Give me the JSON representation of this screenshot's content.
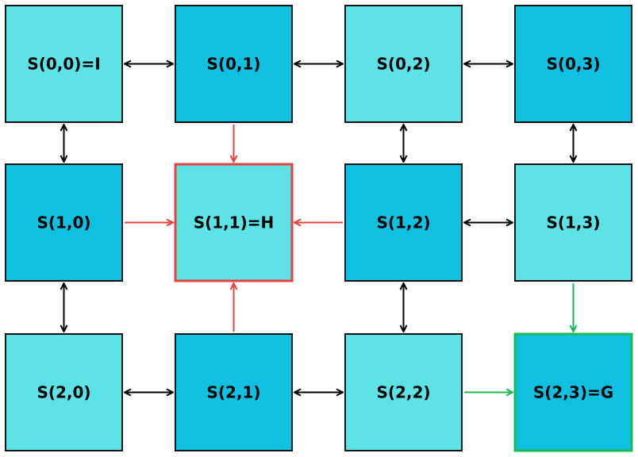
{
  "colors": {
    "light": "#5de3e6",
    "dark": "#0fc0e0",
    "border": "#111111",
    "bidirectional_arrow": "#000000",
    "hole_arrow": "#e8403c",
    "goal_arrow": "#1db954"
  },
  "grid": {
    "rows": 3,
    "cols": 4,
    "cells": [
      {
        "id": "s00",
        "label": "S(0,0)=I",
        "row": 0,
        "col": 0,
        "shade": "light",
        "role": "start"
      },
      {
        "id": "s01",
        "label": "S(0,1)",
        "row": 0,
        "col": 1,
        "shade": "dark",
        "role": "state"
      },
      {
        "id": "s02",
        "label": "S(0,2)",
        "row": 0,
        "col": 2,
        "shade": "light",
        "role": "state"
      },
      {
        "id": "s03",
        "label": "S(0,3)",
        "row": 0,
        "col": 3,
        "shade": "dark",
        "role": "state"
      },
      {
        "id": "s10",
        "label": "S(1,0)",
        "row": 1,
        "col": 0,
        "shade": "dark",
        "role": "state"
      },
      {
        "id": "s11",
        "label": "S(1,1)=H",
        "row": 1,
        "col": 1,
        "shade": "light",
        "role": "hole"
      },
      {
        "id": "s12",
        "label": "S(1,2)",
        "row": 1,
        "col": 2,
        "shade": "dark",
        "role": "state"
      },
      {
        "id": "s13",
        "label": "S(1,3)",
        "row": 1,
        "col": 3,
        "shade": "light",
        "role": "state"
      },
      {
        "id": "s20",
        "label": "S(2,0)",
        "row": 2,
        "col": 0,
        "shade": "light",
        "role": "state"
      },
      {
        "id": "s21",
        "label": "S(2,1)",
        "row": 2,
        "col": 1,
        "shade": "dark",
        "role": "state"
      },
      {
        "id": "s22",
        "label": "S(2,2)",
        "row": 2,
        "col": 2,
        "shade": "light",
        "role": "state"
      },
      {
        "id": "s23",
        "label": "S(2,3)=G",
        "row": 2,
        "col": 3,
        "shade": "dark",
        "role": "goal"
      }
    ]
  },
  "edges": [
    {
      "from": "s00",
      "to": "s01",
      "kind": "both"
    },
    {
      "from": "s01",
      "to": "s02",
      "kind": "both"
    },
    {
      "from": "s02",
      "to": "s03",
      "kind": "both"
    },
    {
      "from": "s00",
      "to": "s10",
      "kind": "both"
    },
    {
      "from": "s01",
      "to": "s11",
      "kind": "hole"
    },
    {
      "from": "s02",
      "to": "s12",
      "kind": "both"
    },
    {
      "from": "s03",
      "to": "s13",
      "kind": "both"
    },
    {
      "from": "s10",
      "to": "s11",
      "kind": "hole"
    },
    {
      "from": "s12",
      "to": "s11",
      "kind": "hole"
    },
    {
      "from": "s12",
      "to": "s13",
      "kind": "both"
    },
    {
      "from": "s10",
      "to": "s20",
      "kind": "both"
    },
    {
      "from": "s21",
      "to": "s11",
      "kind": "hole"
    },
    {
      "from": "s12",
      "to": "s22",
      "kind": "both"
    },
    {
      "from": "s13",
      "to": "s23",
      "kind": "goal"
    },
    {
      "from": "s20",
      "to": "s21",
      "kind": "both"
    },
    {
      "from": "s21",
      "to": "s22",
      "kind": "both"
    },
    {
      "from": "s22",
      "to": "s23",
      "kind": "goal"
    }
  ]
}
